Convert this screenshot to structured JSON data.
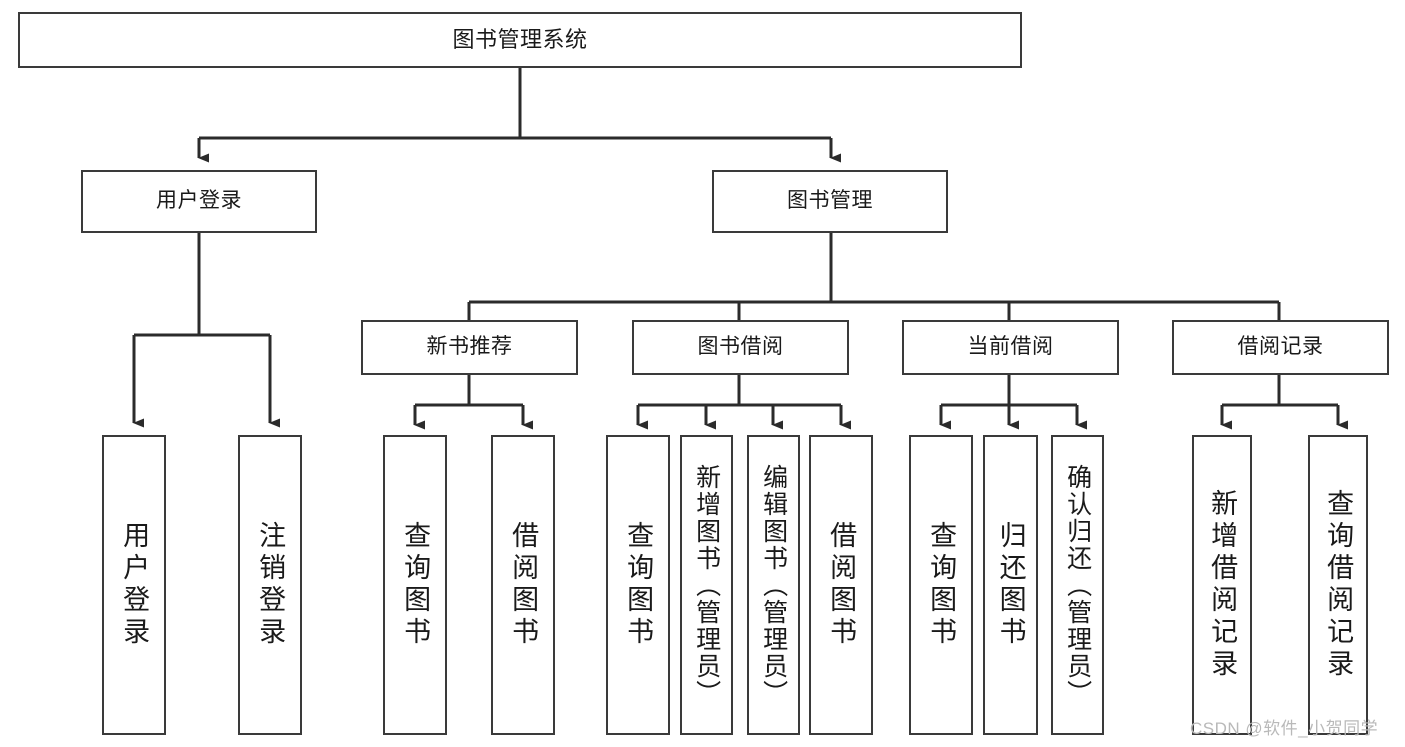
{
  "diagram": {
    "type": "tree",
    "title": "图书管理系统",
    "orientation": "top-down",
    "colors": {
      "box_border": "#3a3a3a",
      "box_fill": "#ffffff",
      "connector": "#2b2b2b",
      "text": "#1a1a1a",
      "watermark": "#b9b9b9"
    },
    "nodes": {
      "root": {
        "label": "图书管理系统"
      },
      "level2": [
        {
          "id": "user-login",
          "label": "用户登录"
        },
        {
          "id": "book-management",
          "label": "图书管理"
        }
      ],
      "level3": [
        {
          "id": "new-book-recommend",
          "label": "新书推荐"
        },
        {
          "id": "book-borrow",
          "label": "图书借阅"
        },
        {
          "id": "current-borrow",
          "label": "当前借阅"
        },
        {
          "id": "borrow-record",
          "label": "借阅记录"
        }
      ],
      "leaves": {
        "user-login": [
          {
            "id": "leaf-user-login",
            "label": "用户登录"
          },
          {
            "id": "leaf-logout",
            "label": "注销登录"
          }
        ],
        "new-book-recommend": [
          {
            "id": "leaf-query-book-1",
            "label": "查询图书"
          },
          {
            "id": "leaf-borrow-book-1",
            "label": "借阅图书"
          }
        ],
        "book-borrow": [
          {
            "id": "leaf-query-book-2",
            "label": "查询图书"
          },
          {
            "id": "leaf-add-book",
            "label": "新增图书（管理员）"
          },
          {
            "id": "leaf-edit-book",
            "label": "编辑图书（管理员）"
          },
          {
            "id": "leaf-borrow-book-2",
            "label": "借阅图书"
          }
        ],
        "current-borrow": [
          {
            "id": "leaf-query-book-3",
            "label": "查询图书"
          },
          {
            "id": "leaf-return-book",
            "label": "归还图书"
          },
          {
            "id": "leaf-confirm-return",
            "label": "确认归还（管理员）"
          }
        ],
        "borrow-record": [
          {
            "id": "leaf-add-record",
            "label": "新增借阅记录"
          },
          {
            "id": "leaf-query-record",
            "label": "查询借阅记录"
          }
        ]
      }
    }
  },
  "watermark": {
    "text": "CSDN @软件_小贺同学"
  }
}
